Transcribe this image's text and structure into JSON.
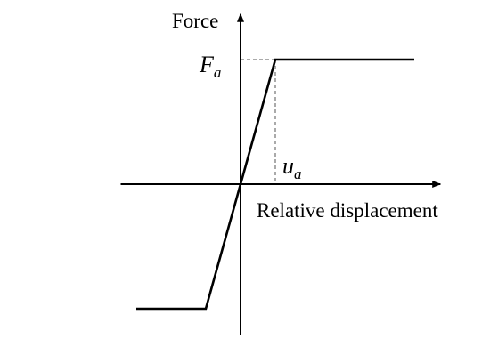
{
  "chart_data": {
    "type": "line",
    "title": "",
    "xlabel": "Relative displacement",
    "ylabel": "Force",
    "grid": false,
    "legend": "none",
    "xlim": [
      -3.5,
      5.8
    ],
    "ylim": [
      -1.2,
      1.38
    ],
    "series": [
      {
        "x": [
          -3.0,
          -1.0,
          0.0,
          1.0,
          5.0
        ],
        "y": [
          -1.0,
          -1.0,
          0.0,
          1.0,
          1.0
        ]
      }
    ],
    "annotations": [
      {
        "id": "force-level",
        "symbol": "F",
        "subscript": "a",
        "x": 1.0,
        "y": 1.0,
        "axis": "y"
      },
      {
        "id": "displacement-level",
        "symbol": "u",
        "subscript": "a",
        "x": 1.0,
        "y": 0.0,
        "axis": "x"
      }
    ],
    "colors": {
      "axis": "#000000",
      "curve": "#000000",
      "guide": "#555555"
    }
  }
}
